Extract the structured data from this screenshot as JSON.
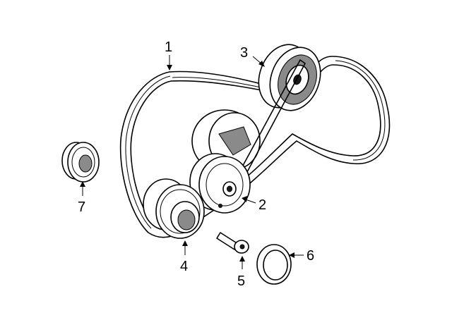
{
  "callouts": {
    "c1": "1",
    "c2": "2",
    "c3": "3",
    "c4": "4",
    "c5": "5",
    "c6": "6",
    "c7": "7"
  },
  "colors": {
    "line": "#000000",
    "background": "#ffffff",
    "shade": "#8a8a8a"
  }
}
